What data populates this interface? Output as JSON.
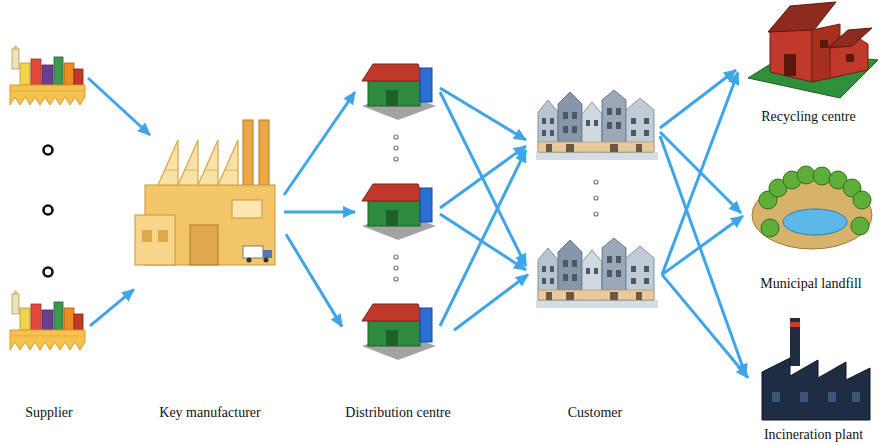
{
  "diagram": {
    "nodes": [
      {
        "text": [
          "Supplier"
        ]
      },
      {
        "text": [
          "Key manufacturer"
        ]
      },
      {
        "text": [
          "Distribution centre"
        ]
      },
      {
        "text": [
          "Customer"
        ]
      },
      {
        "text": [
          "Recycling centre"
        ]
      },
      {
        "text": [
          "Municipal landfill"
        ]
      },
      {
        "text": [
          "Incineration plant"
        ]
      }
    ],
    "edges": [
      {
        "from": 0,
        "to": 1,
        "arrow": "to"
      },
      {
        "from": 1,
        "to": 2,
        "arrow": "to"
      },
      {
        "from": 2,
        "to": 3,
        "arrow": "to"
      },
      {
        "from": 3,
        "to": 4,
        "arrow": "to"
      },
      {
        "from": 3,
        "to": 5,
        "arrow": "to"
      },
      {
        "from": 3,
        "to": 6,
        "arrow": "to"
      }
    ]
  }
}
